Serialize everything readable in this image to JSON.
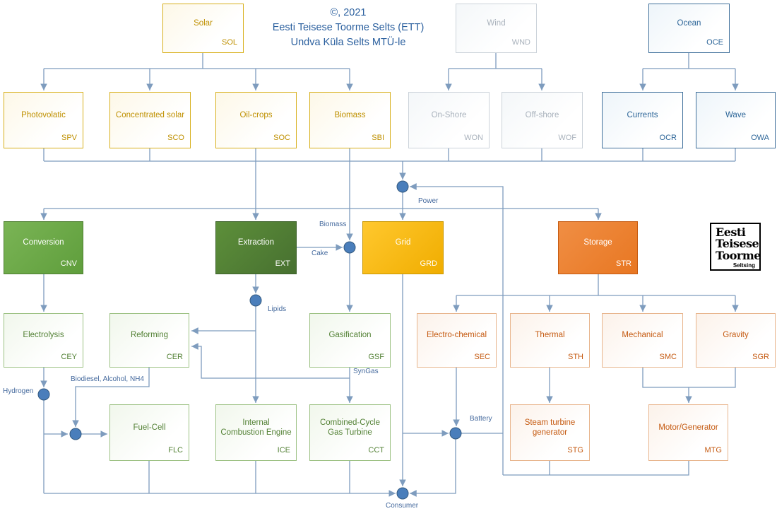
{
  "title": {
    "copyright": "©, 2021",
    "org": "Eesti Teisese Toorme Selts (ETT)",
    "dedication": "Undva Küla Selts MTÜ-le"
  },
  "logo": {
    "word1": "Eesti",
    "word2": "Teisese",
    "word3": "Toorme",
    "sub": "Seltsing"
  },
  "nodes": {
    "sol": {
      "label": "Solar",
      "code": "SOL"
    },
    "wnd": {
      "label": "Wind",
      "code": "WND"
    },
    "oce": {
      "label": "Ocean",
      "code": "OCE"
    },
    "spv": {
      "label": "Photovolatic",
      "code": "SPV"
    },
    "sco": {
      "label": "Concentrated solar",
      "code": "SCO"
    },
    "soc": {
      "label": "Oil-crops",
      "code": "SOC"
    },
    "sbi": {
      "label": "Biomass",
      "code": "SBI"
    },
    "won": {
      "label": "On-Shore",
      "code": "WON"
    },
    "wof": {
      "label": "Off-shore",
      "code": "WOF"
    },
    "ocr": {
      "label": "Currents",
      "code": "OCR"
    },
    "owa": {
      "label": "Wave",
      "code": "OWA"
    },
    "cnv": {
      "label": "Conversion",
      "code": "CNV"
    },
    "ext": {
      "label": "Extraction",
      "code": "EXT"
    },
    "grd": {
      "label": "Grid",
      "code": "GRD"
    },
    "str": {
      "label": "Storage",
      "code": "STR"
    },
    "cey": {
      "label": "Electrolysis",
      "code": "CEY"
    },
    "cer": {
      "label": "Reforming",
      "code": "CER"
    },
    "gsf": {
      "label": "Gasification",
      "code": "GSF"
    },
    "sec": {
      "label": "Electro-chemical",
      "code": "SEC"
    },
    "sth": {
      "label": "Thermal",
      "code": "STH"
    },
    "smc": {
      "label": "Mechanical",
      "code": "SMC"
    },
    "sgr": {
      "label": "Gravity",
      "code": "SGR"
    },
    "flc": {
      "label": "Fuel-Cell",
      "code": "FLC"
    },
    "ice": {
      "label": "Internal Combustion Engine",
      "code": "ICE"
    },
    "cct": {
      "label": "Combined-Cycle Gas Turbine",
      "code": "CCT"
    },
    "stg": {
      "label": "Steam turbine generator",
      "code": "STG"
    },
    "mtg": {
      "label": "Motor/Generator",
      "code": "MTG"
    }
  },
  "edge_labels": {
    "power": "Power",
    "biomass": "Biomass",
    "cake": "Cake",
    "lipids": "Lipids",
    "syngas": "SynGas",
    "biodiesel": "Biodiesel, Alcohol, NH4",
    "hydrogen": "Hydrogen",
    "battery": "Battery",
    "consumer": "Consumer"
  },
  "colors": {
    "solar_accent": "#bf9000",
    "wind_accent": "#a9b2bc",
    "ocean_accent": "#2c6598",
    "conversion_green": "#5f9e3c",
    "extraction_green": "#477030",
    "grid_gold": "#f0ad00",
    "storage_orange": "#e87722",
    "outline_green": "#538135",
    "outline_orange": "#c55a11",
    "line_blue": "#7e9cbe",
    "junction_blue": "#4a7ebb",
    "title_blue": "#2a5f9e"
  }
}
